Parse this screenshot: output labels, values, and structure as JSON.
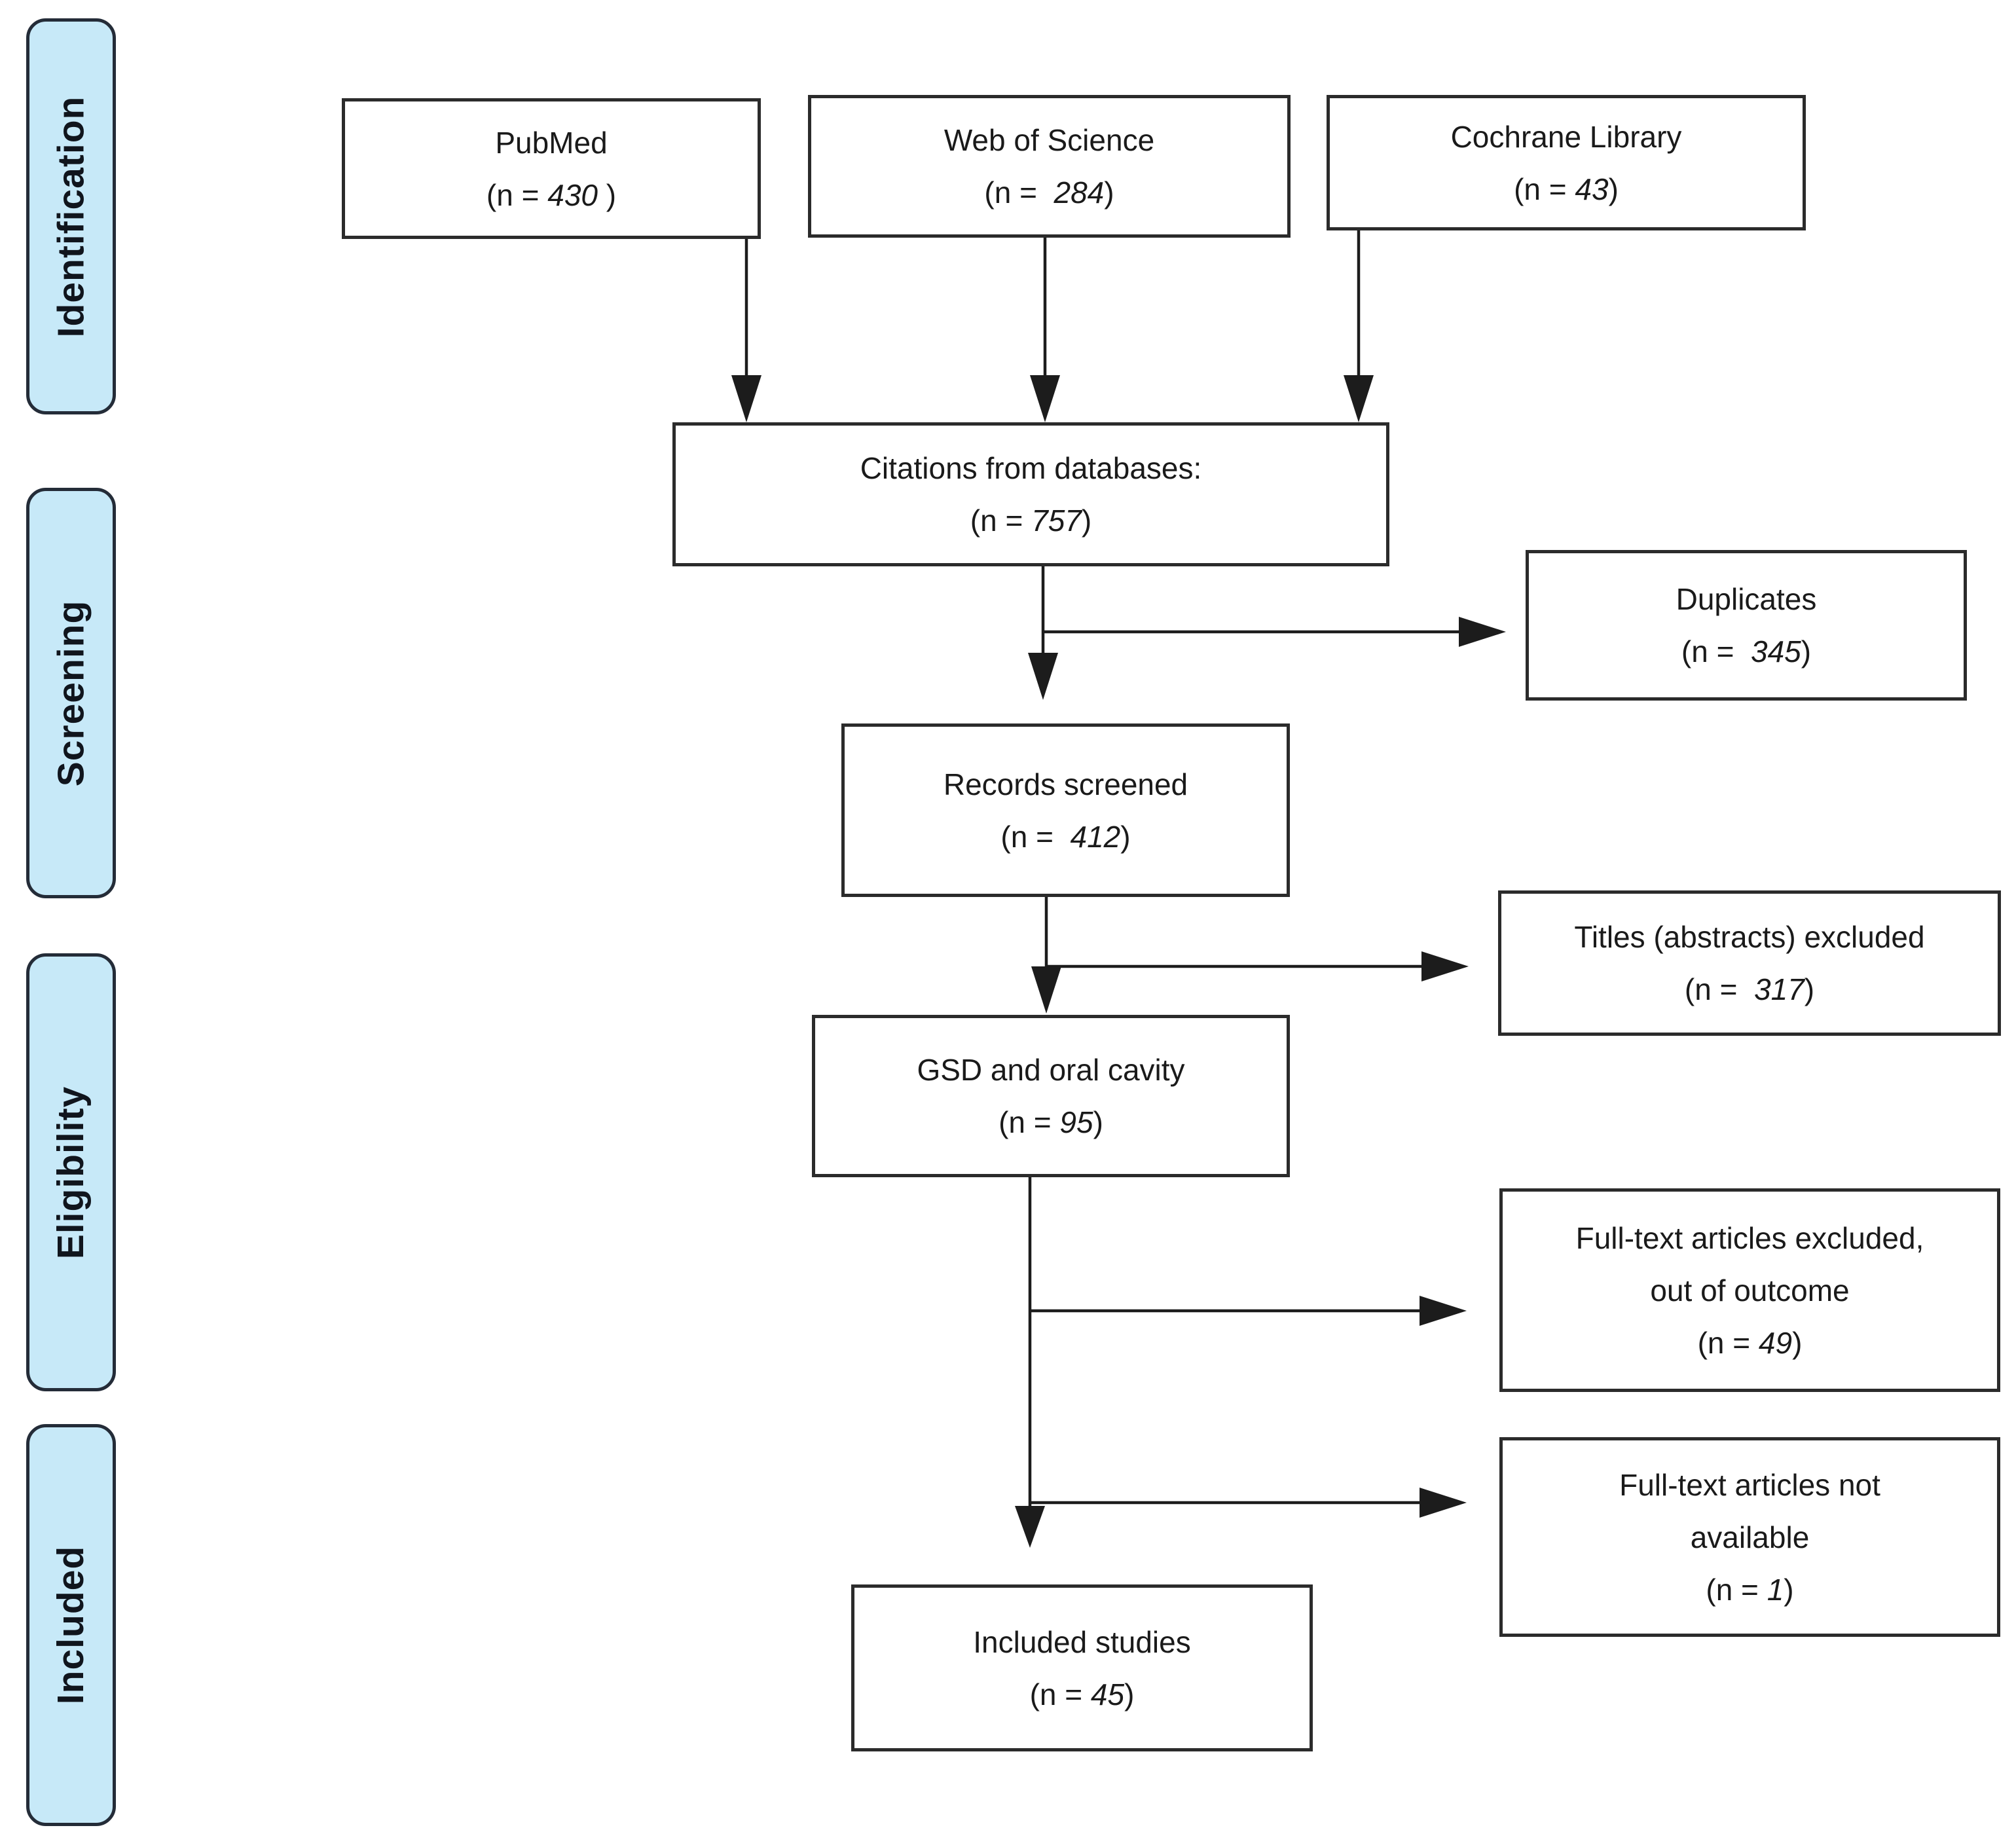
{
  "diagram": {
    "type": "prisma-flow",
    "colors": {
      "stage_fill": "#c7e9f8",
      "stage_border": "#242c38",
      "box_border": "#2b2b2b",
      "arrow": "#1c1c1c",
      "text": "#1a1a1a"
    },
    "stages": [
      {
        "label": "Identification"
      },
      {
        "label": "Screening"
      },
      {
        "label": "Eligibility"
      },
      {
        "label": "Included"
      }
    ],
    "boxes": {
      "pubmed": {
        "label": "PubMed",
        "n_prefix": "(n = ",
        "n": "430",
        "n_suffix": " )"
      },
      "wos": {
        "label": "Web of Science",
        "n_prefix": "(n =  ",
        "n": "284",
        "n_suffix": ")"
      },
      "cochrane": {
        "label": "Cochrane Library",
        "n_prefix": "(n = ",
        "n": "43",
        "n_suffix": ")"
      },
      "citations": {
        "label": "Citations from databases:",
        "n_prefix": "(n = ",
        "n": "757",
        "n_suffix": ")"
      },
      "duplicates": {
        "label": "Duplicates",
        "n_prefix": "(n =  ",
        "n": "345",
        "n_suffix": ")"
      },
      "records": {
        "label": "Records screened",
        "n_prefix": "(n =  ",
        "n": "412",
        "n_suffix": ")"
      },
      "titles": {
        "label": "Titles (abstracts) excluded",
        "n_prefix": "(n =  ",
        "n": "317",
        "n_suffix": ")"
      },
      "gsd": {
        "label": "GSD and oral cavity",
        "n_prefix": "(n = ",
        "n": "95",
        "n_suffix": ")"
      },
      "ft_excluded": {
        "label": "Full-text articles excluded,",
        "label2": "out of outcome",
        "n_prefix": "(n = ",
        "n": "49",
        "n_suffix": ")"
      },
      "ft_not_available": {
        "label": "Full-text articles not",
        "label2": "available",
        "n_prefix": "(n = ",
        "n": "1",
        "n_suffix": ")"
      },
      "included": {
        "label": "Included studies",
        "n_prefix": "(n = ",
        "n": "45",
        "n_suffix": ")"
      }
    }
  }
}
